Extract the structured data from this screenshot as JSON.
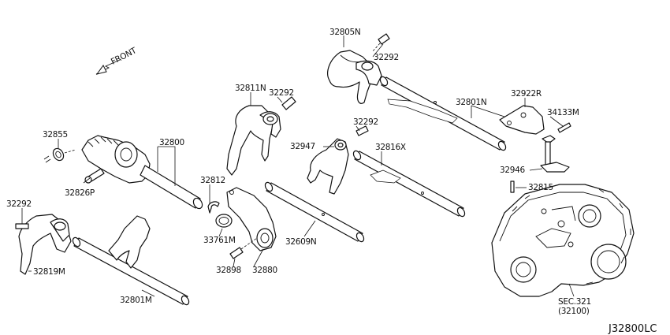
{
  "diagram_code": "J32800LC",
  "front_label": "FRONT",
  "labels": {
    "p32805N": "32805N",
    "p32292_a": "32292",
    "p32811N": "32811N",
    "p32292_b": "32292",
    "p32801N_top": "32801N",
    "p32922R": "32922R",
    "p34133M": "34133M",
    "p32855": "32855",
    "p32800": "32800",
    "p32292_c": "32292",
    "p32947": "32947",
    "p32816X": "32816X",
    "p32946": "32946",
    "p32826P": "32826P",
    "p32812": "32812",
    "p32815": "32815",
    "p32292_d": "32292",
    "p33761M": "33761M",
    "p32609N": "32609N",
    "p32819M": "32819M",
    "p32898": "32898",
    "p32880": "32880",
    "p32801M": "32801M",
    "sec321": "SEC.321",
    "sec321_ref": "(32100)"
  }
}
